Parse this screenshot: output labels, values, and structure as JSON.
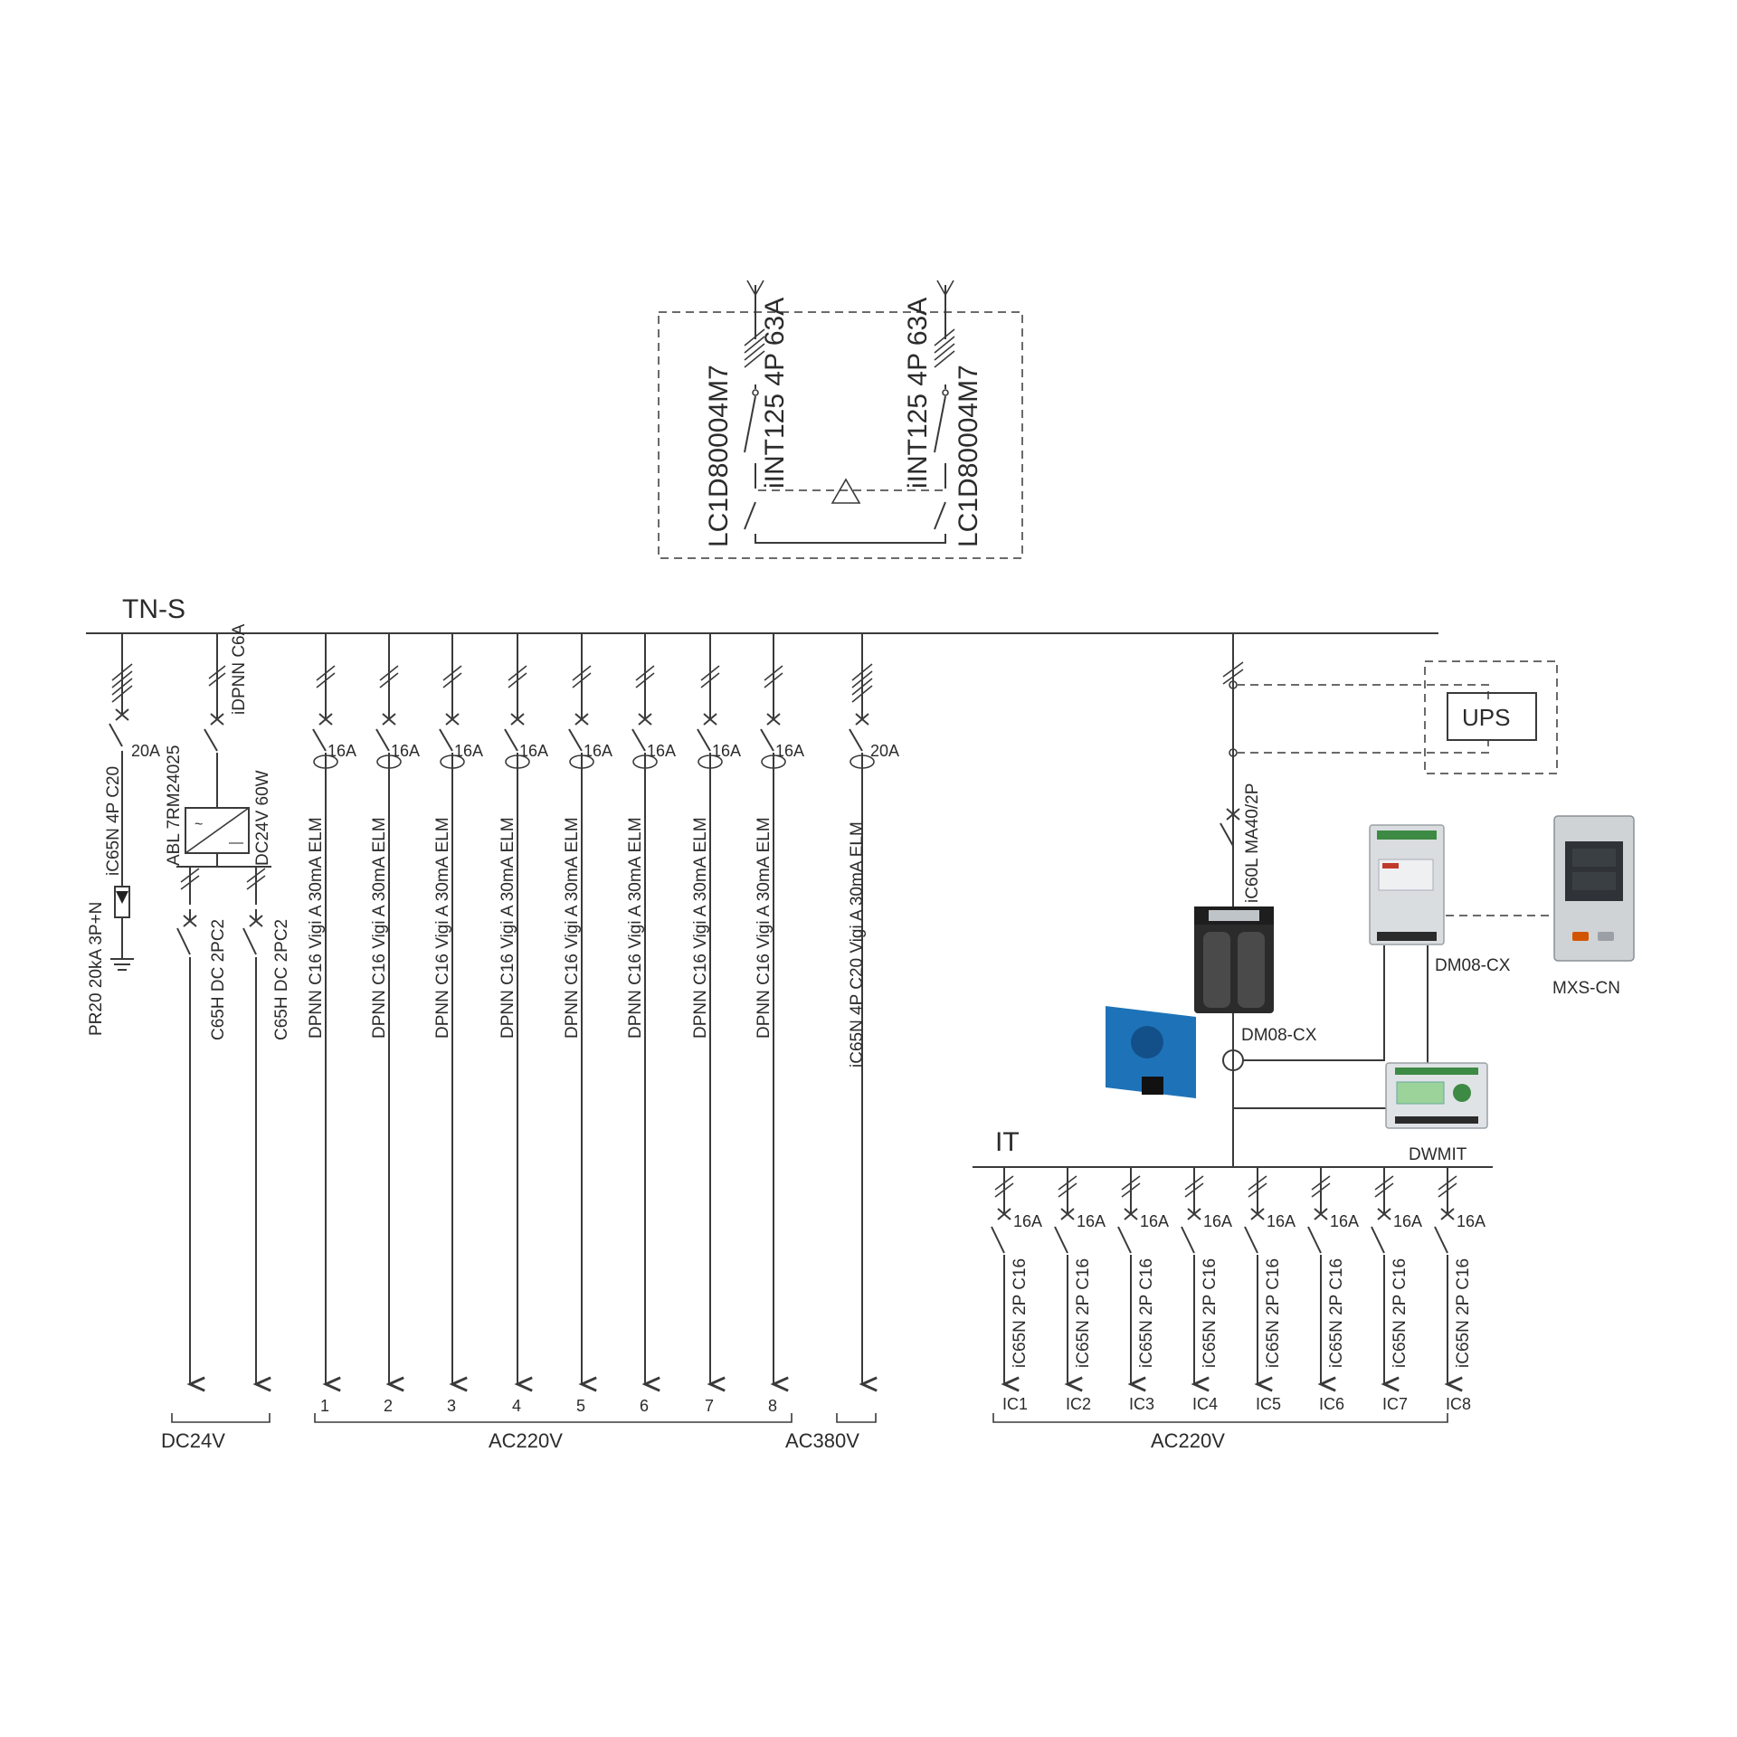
{
  "systems": {
    "tns": "TN-S",
    "it": "IT"
  },
  "ats": {
    "left_breaker": "iINT125 4P 63A",
    "left_contactor": "LC1D80004M7",
    "right_breaker": "iINT125 4P 63A",
    "right_contactor": "LC1D80004M7"
  },
  "spd": {
    "breaker": "iC65N 4P C20",
    "rating": "20A",
    "protector": "PR20 20kA 3P+N"
  },
  "dc": {
    "breaker": "iDPNN C6A",
    "power_supply": "ABL 7RM24025",
    "psu_rating": "DC24V 60W",
    "branches": [
      {
        "label": "C65H DC 2PC2"
      },
      {
        "label": "C65H DC 2PC2"
      }
    ]
  },
  "ac220": {
    "branches": [
      {
        "rating": "16A",
        "label": "DPNN C16 Vigi A 30mA ELM",
        "num": "1"
      },
      {
        "rating": "16A",
        "label": "DPNN C16 Vigi A 30mA ELM",
        "num": "2"
      },
      {
        "rating": "16A",
        "label": "DPNN C16 Vigi A 30mA ELM",
        "num": "3"
      },
      {
        "rating": "16A",
        "label": "DPNN C16 Vigi A 30mA ELM",
        "num": "4"
      },
      {
        "rating": "16A",
        "label": "DPNN C16 Vigi A 30mA ELM",
        "num": "5"
      },
      {
        "rating": "16A",
        "label": "DPNN C16 Vigi A 30mA ELM",
        "num": "6"
      },
      {
        "rating": "16A",
        "label": "DPNN C16 Vigi A 30mA ELM",
        "num": "7"
      },
      {
        "rating": "16A",
        "label": "DPNN C16 Vigi A 30mA ELM",
        "num": "8"
      }
    ]
  },
  "ac380": {
    "rating": "20A",
    "label": "iC65N 4P C20 Vigi A 30mA ELM"
  },
  "it_feed": {
    "breaker": "iC60L MA40/2P",
    "ups": "UPS",
    "monitor_1": "DM08-CX",
    "monitor_2": "DM08-CX",
    "display": "MXS-CN",
    "locator": "DWMIT"
  },
  "it_branches": [
    {
      "rating": "16A",
      "label": "iC65N 2P C16",
      "name": "IC1"
    },
    {
      "rating": "16A",
      "label": "iC65N 2P C16",
      "name": "IC2"
    },
    {
      "rating": "16A",
      "label": "iC65N 2P C16",
      "name": "IC3"
    },
    {
      "rating": "16A",
      "label": "iC65N 2P C16",
      "name": "IC4"
    },
    {
      "rating": "16A",
      "label": "iC65N 2P C16",
      "name": "IC5"
    },
    {
      "rating": "16A",
      "label": "iC65N 2P C16",
      "name": "IC6"
    },
    {
      "rating": "16A",
      "label": "iC65N 2P C16",
      "name": "IC7"
    },
    {
      "rating": "16A",
      "label": "iC65N 2P C16",
      "name": "IC8"
    }
  ],
  "groups": {
    "dc24": "DC24V",
    "ac220_left": "AC220V",
    "ac380": "AC380V",
    "ac220_right": "AC220V"
  },
  "colors": {
    "line": "#3a3a3a",
    "ct_blue": "#1e73b8",
    "device_body": "#d9dde0",
    "display_red": "#c0392b",
    "lcd_green": "#9bd39b"
  }
}
